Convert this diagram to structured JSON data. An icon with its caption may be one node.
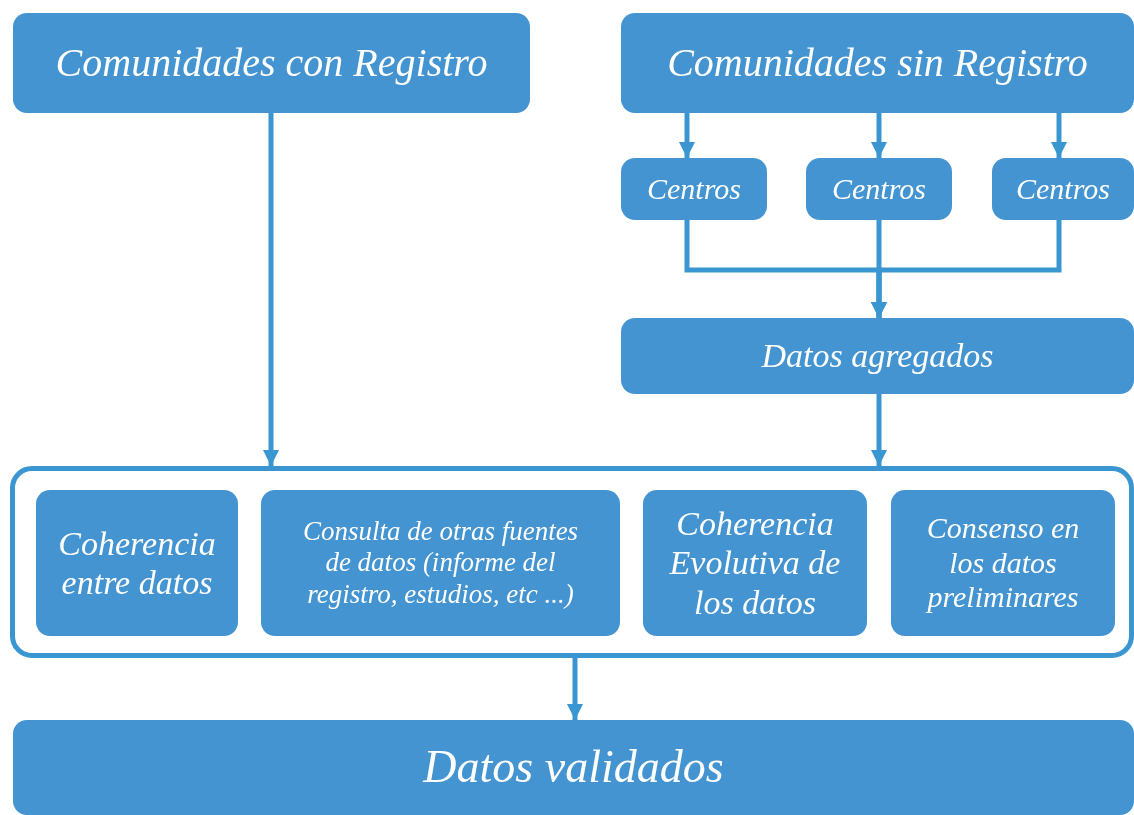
{
  "diagram": {
    "nodes": [
      {
        "text": [
          "Comunidades con Registro"
        ]
      },
      {
        "text": [
          "Comunidades sin Registro"
        ]
      },
      {
        "text": [
          "Centros"
        ]
      },
      {
        "text": [
          "Centros"
        ]
      },
      {
        "text": [
          "Centros"
        ]
      },
      {
        "text": [
          "Datos agregados"
        ]
      },
      {
        "text": [],
        "shape": "box"
      },
      {
        "text": [
          "Coherencia entre datos"
        ],
        "in": 6
      },
      {
        "text": [
          "Consulta de otras fuentes de datos (informe del registro, estudios, etc ...)"
        ],
        "in": 6
      },
      {
        "text": [
          "Coherencia Evolutiva de los datos"
        ],
        "in": 6
      },
      {
        "text": [
          "Consenso en los datos preliminares"
        ],
        "in": 6
      },
      {
        "text": [
          "Datos validados"
        ]
      }
    ],
    "edges": [
      {
        "from": 0,
        "to": 6,
        "arrow": "to"
      },
      {
        "from": 1,
        "to": 2,
        "arrow": "to"
      },
      {
        "from": 1,
        "to": 3,
        "arrow": "to"
      },
      {
        "from": 1,
        "to": 4,
        "arrow": "to"
      },
      {
        "from": 2,
        "to": 5,
        "arrow": "to"
      },
      {
        "from": 3,
        "to": 5,
        "arrow": "to"
      },
      {
        "from": 4,
        "to": 5,
        "arrow": "to"
      },
      {
        "from": 5,
        "to": 6,
        "arrow": "to"
      },
      {
        "from": 6,
        "to": 11,
        "arrow": "to"
      }
    ]
  }
}
